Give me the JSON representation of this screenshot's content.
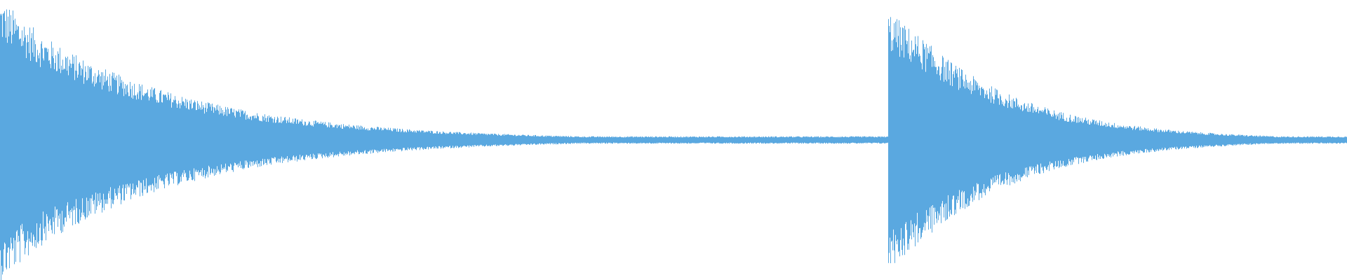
{
  "waveform": {
    "color": "#5aa8e0",
    "background": "#ffffff",
    "amplitude_scale": 1.0,
    "events": [
      {
        "start_fraction": 0.0,
        "peak_amplitude": 0.46,
        "decay_fraction": 0.12
      },
      {
        "start_fraction": 0.659,
        "peak_amplitude": 0.42,
        "decay_fraction": 0.08
      }
    ],
    "noise_floor": 0.012
  }
}
